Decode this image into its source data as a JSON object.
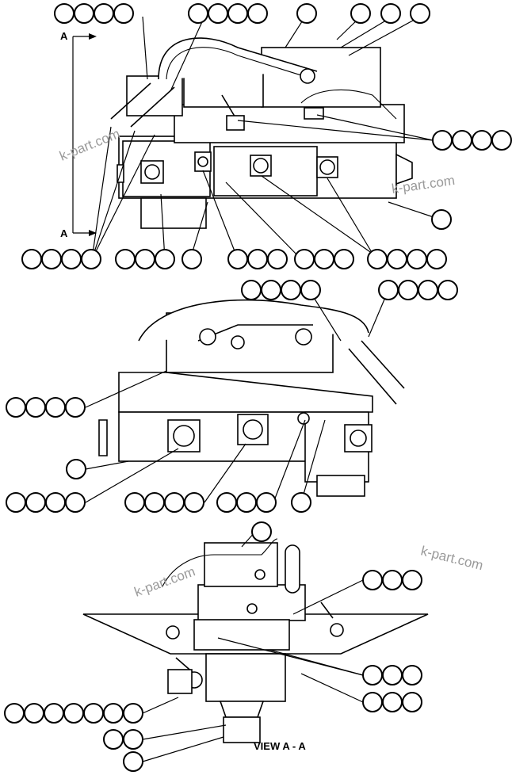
{
  "view_label": "VIEW A - A",
  "section_marker": "A",
  "watermark": "k-part.com",
  "colors": {
    "line": "#000000",
    "background": "#ffffff",
    "watermark": "#9a9a9a"
  }
}
